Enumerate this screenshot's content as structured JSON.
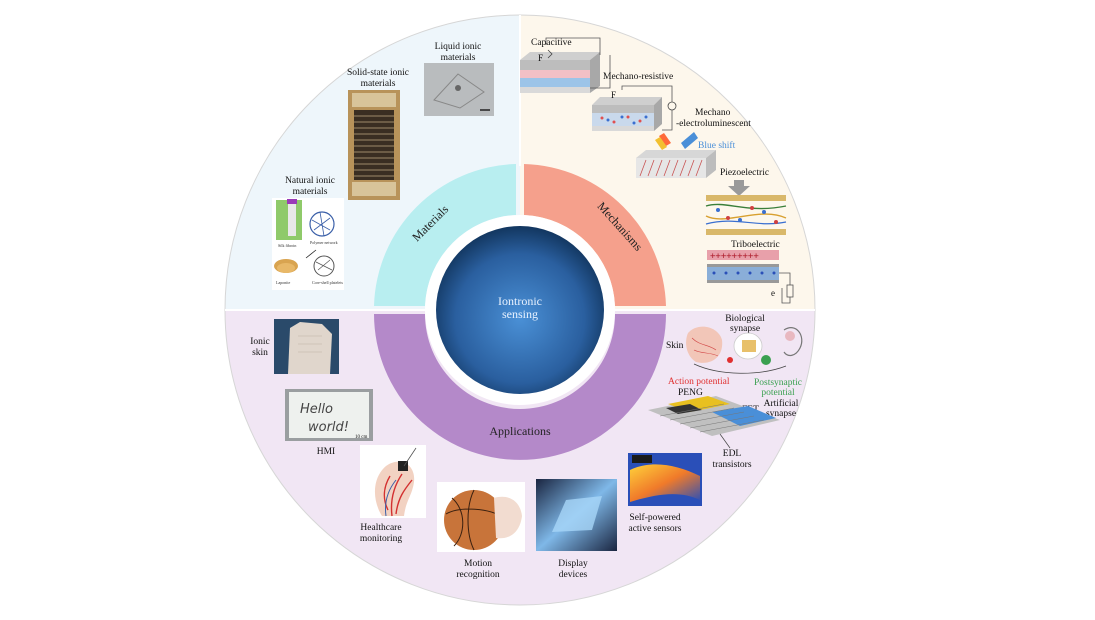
{
  "center": {
    "line1": "Iontronic",
    "line2": "sensing"
  },
  "segments": {
    "materials": "Materials",
    "mechanisms": "Mechanisms",
    "applications": "Applications"
  },
  "materials": {
    "liquid": [
      "Liquid ionic",
      "materials"
    ],
    "solid": [
      "Solid-state ionic",
      "materials"
    ],
    "natural": [
      "Natural ionic",
      "materials"
    ],
    "natural_parts": [
      "Silk fibroin",
      "Polymer network",
      "Laponite",
      "Core-shell platelets"
    ]
  },
  "mechanisms": {
    "capacitive": "Capacitive",
    "resistive": "Mechano-resistive",
    "electrolum": [
      "Mechano",
      "-electroluminescent"
    ],
    "blue_shift": "Blue shift",
    "piezo": "Piezoelectric",
    "tribo": "Triboelectric",
    "force_symbol": "F",
    "electron_symbol": "e"
  },
  "applications": {
    "ionic_skin": [
      "Ionic",
      "skin"
    ],
    "hmi": "HMI",
    "hmi_text": [
      "Hello",
      "world!"
    ],
    "hmi_scale": "10 cm",
    "healthcare": [
      "Healthcare",
      "monitoring"
    ],
    "motion": [
      "Motion",
      "recognition"
    ],
    "display": [
      "Display",
      "devices"
    ],
    "self_powered": [
      "Self-powered",
      "active sensors"
    ],
    "skin": "Skin",
    "bio_synapse": [
      "Biological",
      "synapse"
    ],
    "action_potential": "Action potential",
    "postsynaptic": [
      "Postsynaptic",
      "potential"
    ],
    "peng": "PENG",
    "fet": "FET",
    "artificial": [
      "Artificial",
      "synapse"
    ],
    "edl": [
      "EDL",
      "transistors"
    ]
  },
  "colors": {
    "materials_bg": "#eef6fb",
    "mechanisms_bg": "#fdf7ec",
    "applications_bg": "#f1e6f4",
    "materials_ring": "#b8eef0",
    "mechanisms_ring": "#f5a08c",
    "applications_ring": "#b489c9",
    "core_blue": "#2f6fb8",
    "action_red": "#e03030",
    "post_green": "#3aa050",
    "blue_shift": "#4a8fd8"
  }
}
